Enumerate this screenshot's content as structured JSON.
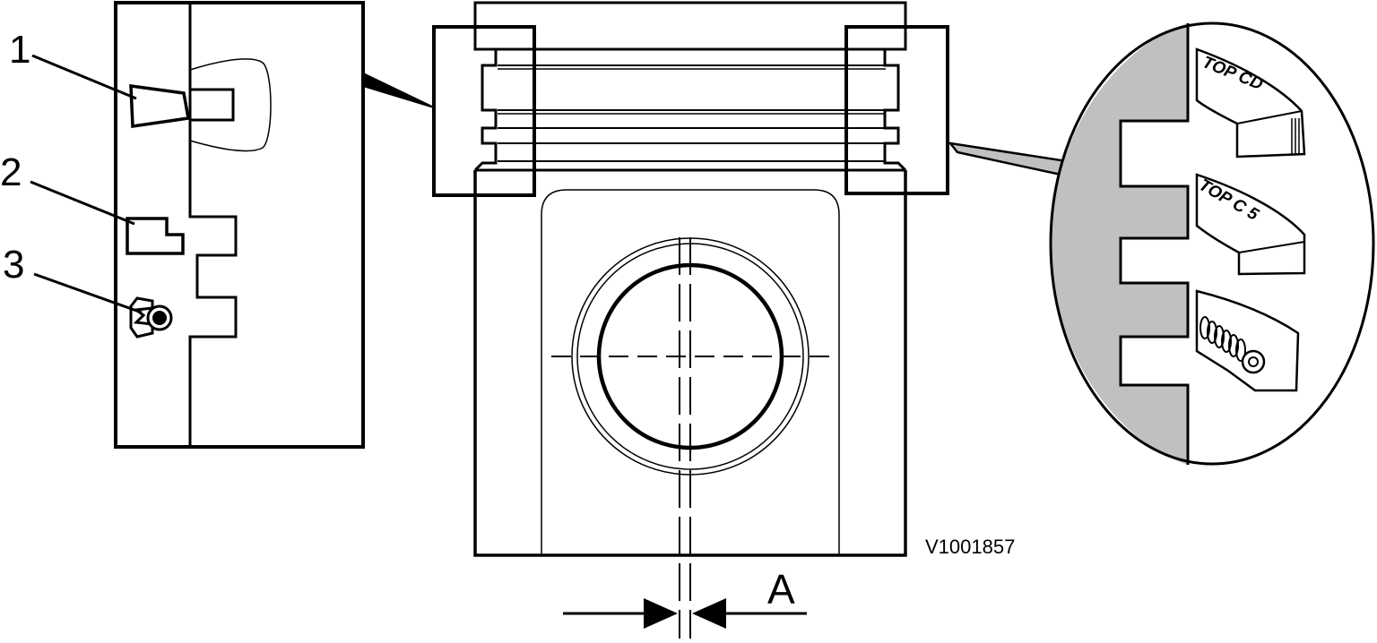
{
  "diagram": {
    "callouts": [
      {
        "id": "1",
        "label": "1"
      },
      {
        "id": "2",
        "label": "2"
      },
      {
        "id": "3",
        "label": "3"
      }
    ],
    "dimension_label": "A",
    "drawing_code": "V1001857",
    "ring_markings": {
      "top_ring": "TOP CD",
      "second_ring": "TOP C 5"
    },
    "colors": {
      "line": "#000000",
      "background": "#ffffff",
      "detail_shade": "#c0c0c0"
    }
  }
}
